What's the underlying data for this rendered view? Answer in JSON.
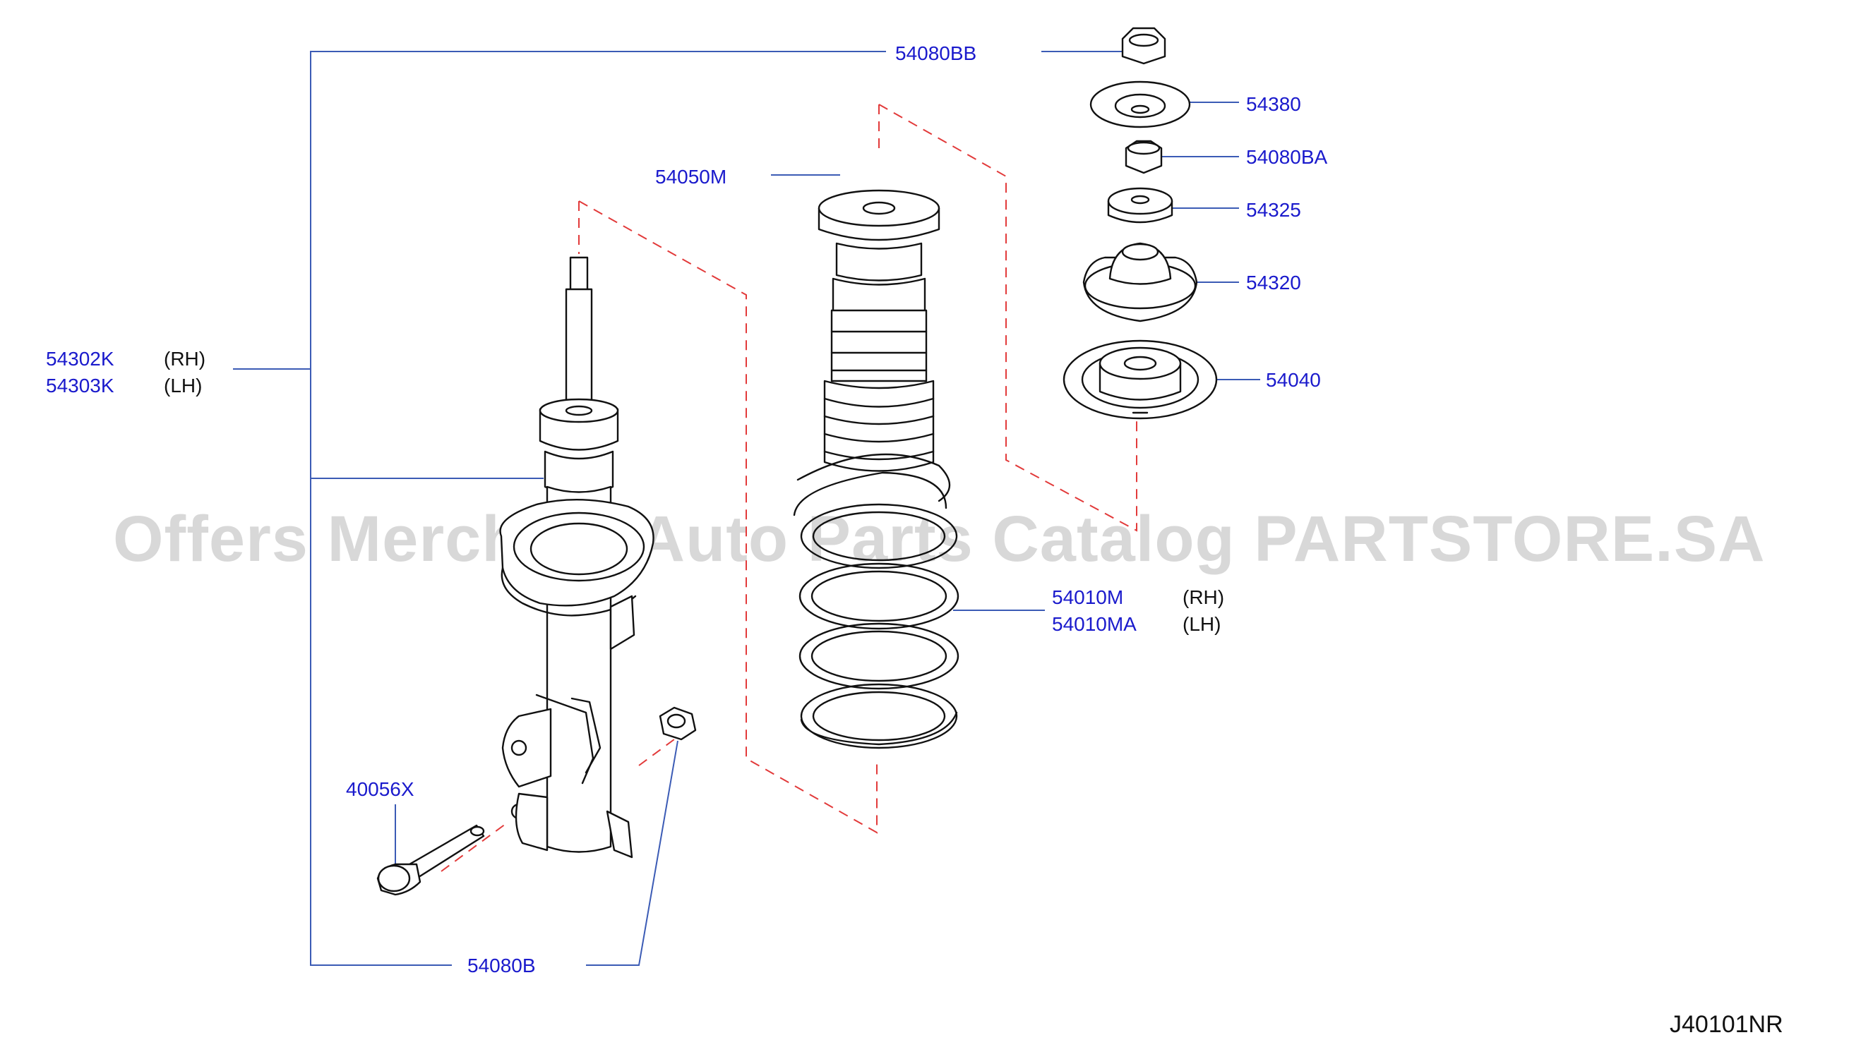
{
  "diagram_code": "J40101NR",
  "watermark": "Offers Merchant Auto Parts Catalog PARTSTORE.SA",
  "colors": {
    "part_number": "#1a1acc",
    "leader": "#3b5bb5",
    "dash": "#e23a3a",
    "line": "#111111"
  },
  "callouts": {
    "strut_rh": {
      "number": "54302K",
      "side": "(RH)"
    },
    "strut_lh": {
      "number": "54303K",
      "side": "(LH)"
    },
    "nut_top": {
      "number": "54080BB"
    },
    "bound_bumper": {
      "number": "54050M"
    },
    "washer_seat": {
      "number": "54380"
    },
    "nut_mid": {
      "number": "54080BA"
    },
    "bushing": {
      "number": "54325"
    },
    "mount_insulator": {
      "number": "54320"
    },
    "spring_seat": {
      "number": "54040"
    },
    "spring_rh": {
      "number": "54010M",
      "side": "(RH)"
    },
    "spring_lh": {
      "number": "54010MA",
      "side": "(LH)"
    },
    "bolt": {
      "number": "40056X"
    },
    "nut_lower": {
      "number": "54080B"
    }
  }
}
